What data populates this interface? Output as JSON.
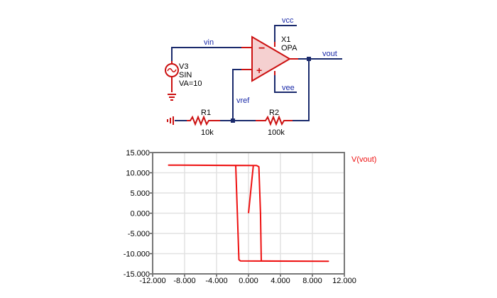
{
  "schematic": {
    "nets": {
      "vin": "vin",
      "vout": "vout",
      "vref": "vref",
      "vcc": "vcc",
      "vee": "vee"
    },
    "opamp": {
      "ref": "X1",
      "model": "OPA",
      "minus": "−",
      "plus": "+"
    },
    "source": {
      "ref": "V3",
      "type": "SIN",
      "param": "VA=10"
    },
    "r1": {
      "ref": "R1",
      "value": "10k"
    },
    "r2": {
      "ref": "R2",
      "value": "100k"
    },
    "colors": {
      "wire": "#1a2a6c",
      "part": "#cc1111",
      "label": "#1a2aa8",
      "opamp_fill": "#f5d0d0"
    }
  },
  "chart_data": {
    "type": "line",
    "title": "",
    "xlabel": "",
    "ylabel": "",
    "xlim": [
      -12,
      12
    ],
    "ylim": [
      -15,
      15
    ],
    "grid": true,
    "legend": "top-right",
    "x_ticks": [
      "-12.000",
      "-8.000",
      "-4.000",
      "0.000",
      "4.000",
      "8.000",
      "12.000"
    ],
    "y_ticks": [
      "15.000",
      "10.000",
      "5.000",
      "0.000",
      "-5.000",
      "-10.000",
      "-15.000"
    ],
    "series": [
      {
        "name": "V(vout)",
        "color": "#ee1111",
        "points": [
          [
            0,
            0
          ],
          [
            0.6,
            11.8
          ],
          [
            -10,
            11.9
          ],
          [
            -1.6,
            11.8
          ],
          [
            -1.4,
            0
          ],
          [
            -1.2,
            -11.5
          ],
          [
            -1.0,
            -11.8
          ],
          [
            10,
            -11.9
          ],
          [
            1.6,
            -11.8
          ],
          [
            1.5,
            0
          ],
          [
            1.3,
            11.5
          ],
          [
            1.0,
            11.8
          ],
          [
            0.6,
            11.8
          ]
        ]
      }
    ]
  }
}
